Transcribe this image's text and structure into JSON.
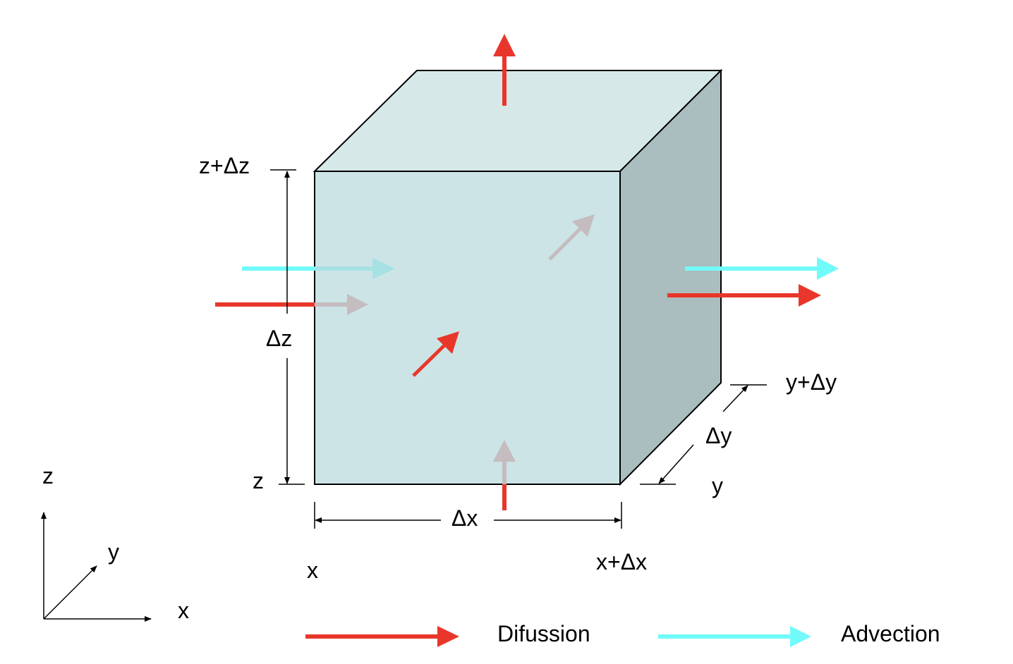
{
  "labels": {
    "z_top": "z+Δz",
    "dz": "Δz",
    "z_bottom": "z",
    "dx": "Δx",
    "x_left": "x",
    "x_right": "x+Δx",
    "y_top": "y+Δy",
    "dy": "Δy",
    "y_bottom": "y"
  },
  "axes": {
    "z": "z",
    "y": "y",
    "x": "x"
  },
  "legend": {
    "diffusion": "Difussion",
    "advection": "Advection"
  },
  "colors": {
    "diffusion": "#e8372a",
    "advection": "#72fafa",
    "hidden_arrow": "#c4bcbe",
    "hidden_advection": "#a6e1e4",
    "front_face": "#cce4e6",
    "top_face": "#d6e9e8",
    "side_face": "#aabdbf"
  }
}
